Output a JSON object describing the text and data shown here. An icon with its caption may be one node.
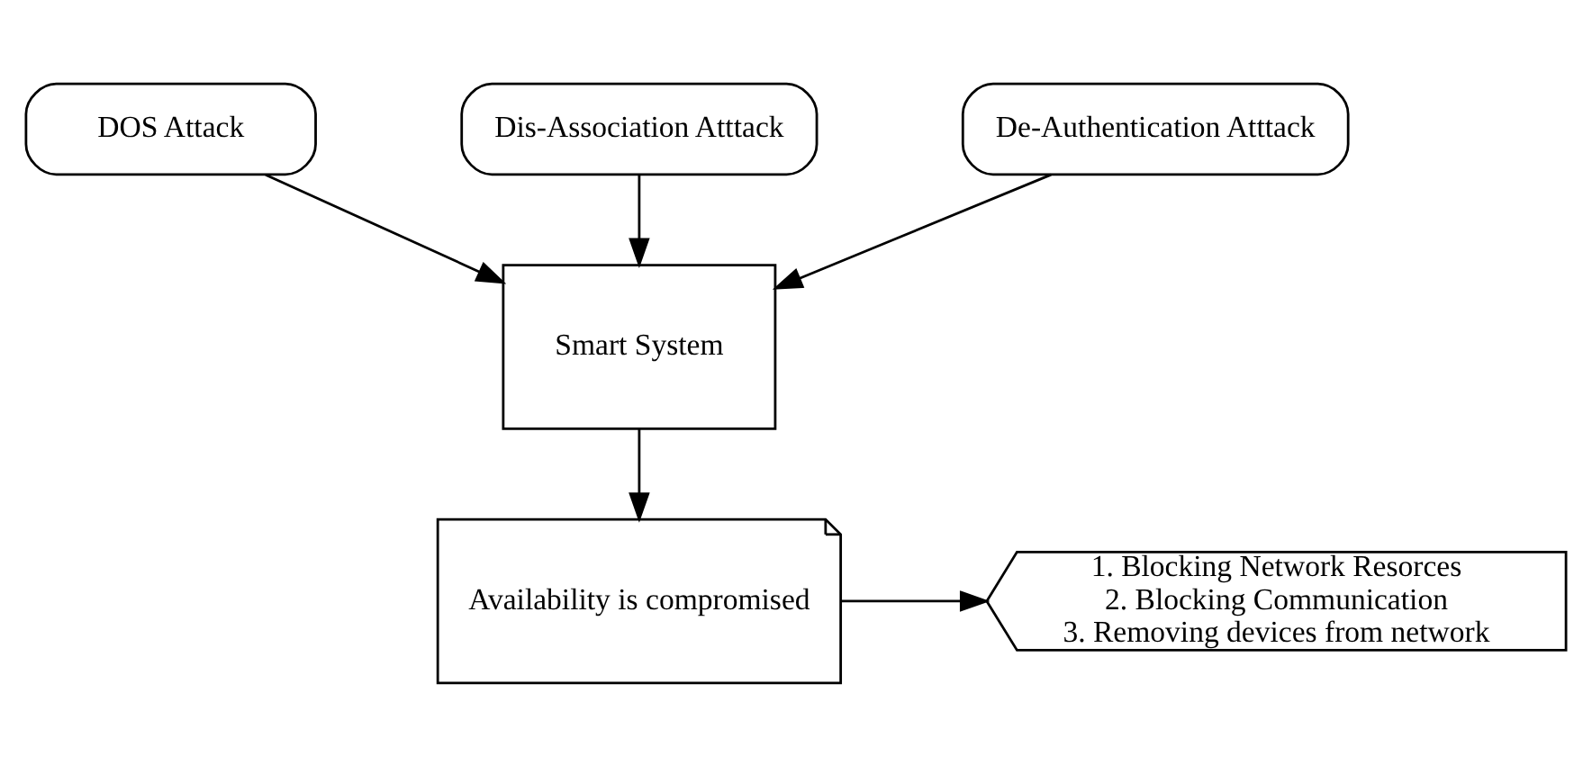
{
  "diagram": {
    "nodes": [
      {
        "text": [
          "DOS Attack"
        ]
      },
      {
        "text": [
          "Dis-Association Atttack"
        ]
      },
      {
        "text": [
          "De-Authentication Atttack"
        ]
      },
      {
        "text": [
          "Smart System"
        ]
      },
      {
        "text": [
          "Availability is compromised"
        ]
      },
      {
        "text": [
          "1. Blocking Network Resorces",
          "2. Blocking Communication",
          "3. Removing devices from network"
        ]
      }
    ],
    "edges": [
      {
        "from": 0,
        "to": 3,
        "arrow": "to"
      },
      {
        "from": 1,
        "to": 3,
        "arrow": "to"
      },
      {
        "from": 2,
        "to": 3,
        "arrow": "to"
      },
      {
        "from": 3,
        "to": 4,
        "arrow": "to"
      },
      {
        "from": 4,
        "to": 5,
        "arrow": "to"
      }
    ]
  }
}
